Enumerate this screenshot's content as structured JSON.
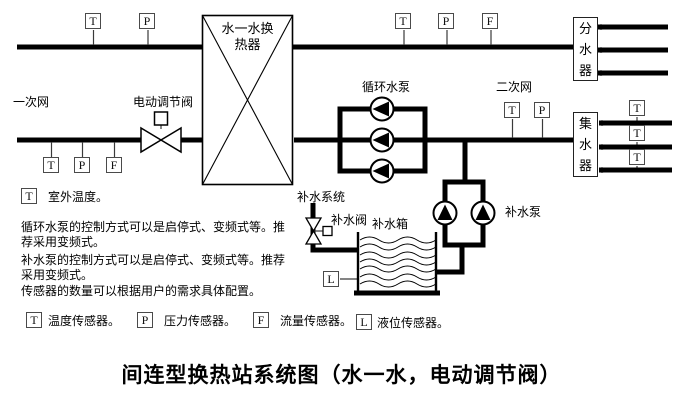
{
  "title": "间连型换热站系统图（水一水，电动调节阀）",
  "symbols": {
    "temperature": "T",
    "pressure": "P",
    "flow": "F",
    "level": "L"
  },
  "labels": {
    "primary_network": "一次网",
    "secondary_network": "二次网",
    "electric_control_valve": "电动调节阀",
    "heat_exchanger": "水一水换\n热器",
    "circulation_pump": "循环水泵",
    "makeup_water_system": "补水系统",
    "makeup_valve": "补水阀",
    "makeup_tank": "补水箱",
    "makeup_pump": "补水泵",
    "distributor": "分水器",
    "collector": "集水器"
  },
  "notes": {
    "outdoor_temperature": "室外温度。",
    "circulation_pump_control": "循环水泵的控制方式可以是启停式、变频式等。推\n荐采用变频式。",
    "makeup_pump_control": "补水泵的控制方式可以是启停式、变频式等。推荐\n采用变频式。",
    "sensor_quantity": "传感器的数量可以根据用户的需求具体配置。"
  },
  "legend": {
    "temperature": "温度传感器。",
    "pressure": "压力传感器。",
    "flow": "流量传感器。",
    "level": "液位传感器。"
  },
  "colors": {
    "line": "#000000",
    "background": "#ffffff",
    "sensor_border": "#4a4a4a"
  }
}
